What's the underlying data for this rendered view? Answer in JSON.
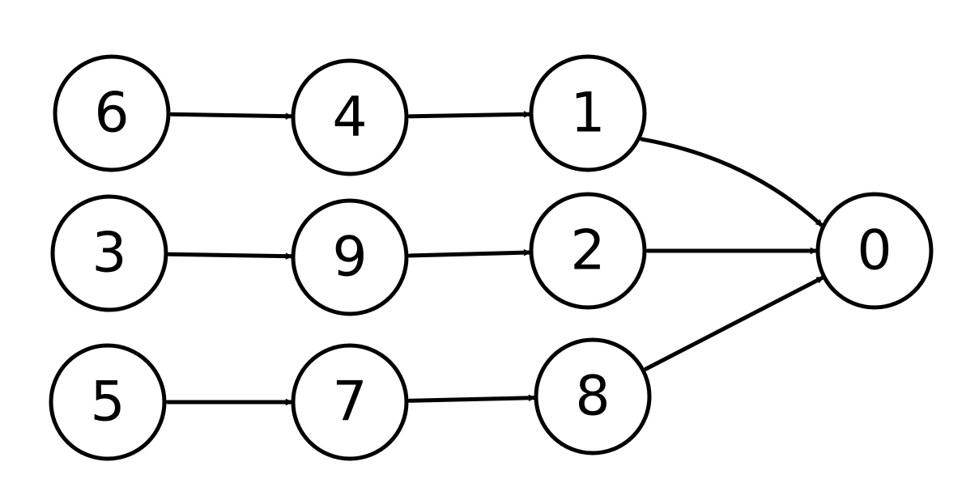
{
  "diagram": {
    "type": "directed-graph",
    "stroke_color": "#000000",
    "background": "#ffffff",
    "nodes": [
      {
        "id": "n6",
        "label": "6"
      },
      {
        "id": "n4",
        "label": "4"
      },
      {
        "id": "n1",
        "label": "1"
      },
      {
        "id": "n3",
        "label": "3"
      },
      {
        "id": "n9",
        "label": "9"
      },
      {
        "id": "n2",
        "label": "2"
      },
      {
        "id": "n5",
        "label": "5"
      },
      {
        "id": "n7",
        "label": "7"
      },
      {
        "id": "n8",
        "label": "8"
      },
      {
        "id": "n0",
        "label": "0"
      }
    ],
    "edges": [
      {
        "from": "n6",
        "to": "n4"
      },
      {
        "from": "n4",
        "to": "n1"
      },
      {
        "from": "n1",
        "to": "n0"
      },
      {
        "from": "n3",
        "to": "n9"
      },
      {
        "from": "n9",
        "to": "n2"
      },
      {
        "from": "n2",
        "to": "n0"
      },
      {
        "from": "n5",
        "to": "n7"
      },
      {
        "from": "n7",
        "to": "n8"
      },
      {
        "from": "n8",
        "to": "n0"
      }
    ]
  }
}
